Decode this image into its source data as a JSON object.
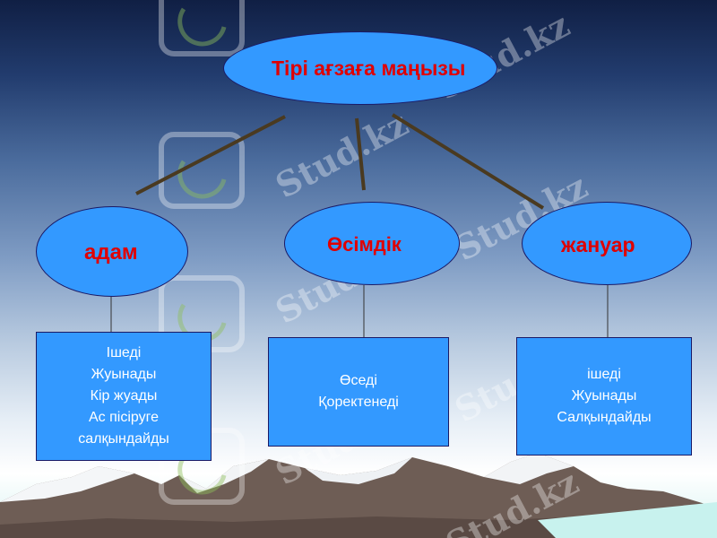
{
  "diagram": {
    "root": {
      "label": "Тірі ағзаға маңызы"
    },
    "nodes": [
      {
        "label": "адам",
        "items": [
          "Ішеді",
          "Жуынады",
          "Кір жуады",
          "Ас пісіруге",
          "салқындайды"
        ]
      },
      {
        "label": "Өсімдік",
        "items": [
          "Өседі",
          "Қоректенеді"
        ]
      },
      {
        "label": "жануар",
        "items": [
          "ішеді",
          "Жуынады",
          "Салқындайды"
        ]
      }
    ]
  },
  "watermark": {
    "text": "Stud.kz"
  },
  "colors": {
    "node_fill": "#3399ff",
    "node_text": "#e00000",
    "box_text": "#ffffff",
    "connector": "#4a3a20"
  }
}
